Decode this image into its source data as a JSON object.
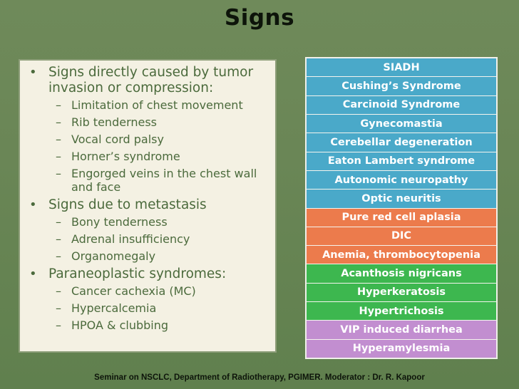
{
  "title": "Signs",
  "bullets": [
    {
      "text": "Signs directly caused by tumor invasion or compression:",
      "subs": [
        "Limitation of chest movement",
        "Rib tenderness",
        "Vocal cord palsy",
        "Horner’s syndrome",
        "Engorged veins in the chest wall and face"
      ]
    },
    {
      "text": "Signs due to metastasis",
      "subs": [
        "Bony tenderness",
        "Adrenal insufficiency",
        "Organomegaly"
      ]
    },
    {
      "text": "Paraneoplastic syndromes:",
      "subs": [
        "Cancer cachexia (MC)",
        "Hypercalcemia",
        "HPOA & clubbing"
      ]
    }
  ],
  "syndromes": [
    {
      "label": "SIADH",
      "color": "#4aa9c9"
    },
    {
      "label": "Cushing’s Syndrome",
      "color": "#4aa9c9"
    },
    {
      "label": "Carcinoid Syndrome",
      "color": "#4aa9c9"
    },
    {
      "label": "Gynecomastia",
      "color": "#4aa9c9"
    },
    {
      "label": "Cerebellar degeneration",
      "color": "#4aa9c9"
    },
    {
      "label": "Eaton Lambert syndrome",
      "color": "#4aa9c9"
    },
    {
      "label": "Autonomic neuropathy",
      "color": "#4aa9c9"
    },
    {
      "label": "Optic neuritis",
      "color": "#4aa9c9"
    },
    {
      "label": "Pure red cell aplasia",
      "color": "#ec7b4c"
    },
    {
      "label": "DIC",
      "color": "#ec7b4c"
    },
    {
      "label": "Anemia, thrombocytopenia",
      "color": "#ec7b4c"
    },
    {
      "label": "Acanthosis nigricans",
      "color": "#3db74f"
    },
    {
      "label": "Hyperkeratosis",
      "color": "#3db74f"
    },
    {
      "label": "Hypertrichosis",
      "color": "#3db74f"
    },
    {
      "label": "VIP induced diarrhea",
      "color": "#c28ed0"
    },
    {
      "label": "Hyperamylesmia",
      "color": "#c28ed0"
    }
  ],
  "footer": "Seminar on NSCLC, Department of Radiotherapy, PGIMER. Moderator : Dr. R. Kapoor"
}
